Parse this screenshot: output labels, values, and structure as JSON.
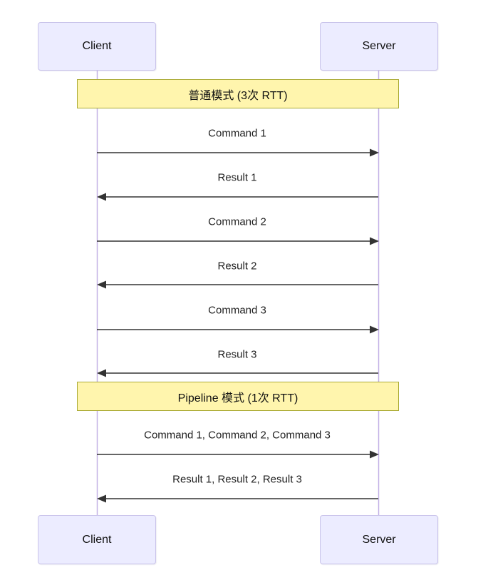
{
  "diagram": {
    "type": "sequence-diagram",
    "background": "#ffffff",
    "colors": {
      "actor_fill": "#ECECFF",
      "actor_border": "#C9C3EA",
      "lifeline": "#C3B1E6",
      "note_fill": "#FFF5AD",
      "note_border": "#AAAA33",
      "arrow": "#333333",
      "text": "#1f1f1f"
    },
    "actors": [
      {
        "id": "client",
        "label": "Client"
      },
      {
        "id": "server",
        "label": "Server"
      }
    ],
    "notes": [
      {
        "span": "both",
        "label": "普通模式 (3次 RTT)"
      },
      {
        "span": "both",
        "label": "Pipeline 模式 (1次 RTT)"
      }
    ],
    "messages": [
      {
        "from": "client",
        "to": "server",
        "label": "Command 1"
      },
      {
        "from": "server",
        "to": "client",
        "label": "Result 1"
      },
      {
        "from": "client",
        "to": "server",
        "label": "Command 2"
      },
      {
        "from": "server",
        "to": "client",
        "label": "Result 2"
      },
      {
        "from": "client",
        "to": "server",
        "label": "Command 3"
      },
      {
        "from": "server",
        "to": "client",
        "label": "Result 3"
      },
      {
        "from": "client",
        "to": "server",
        "label": "Command 1, Command 2, Command 3"
      },
      {
        "from": "server",
        "to": "client",
        "label": "Result 1, Result 2, Result 3"
      }
    ]
  }
}
